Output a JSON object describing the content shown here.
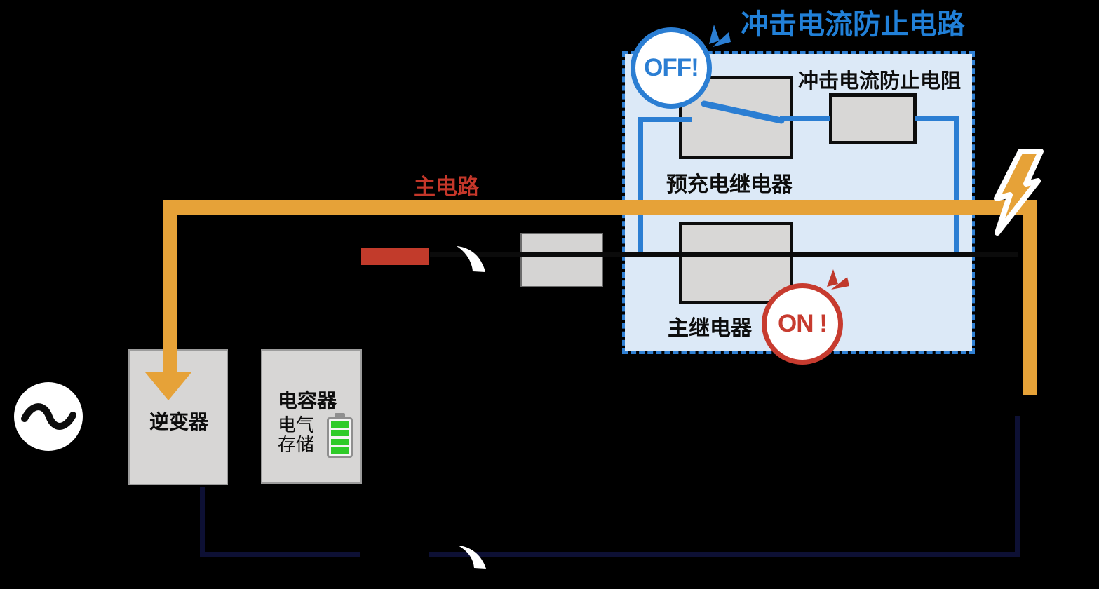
{
  "diagram": {
    "title": "冲击电流防止电路",
    "badges": {
      "off": "OFF!",
      "on": "ON !"
    },
    "labels": {
      "inrush_resistor": "冲击电流防止电阻",
      "precharge_relay": "预充电继电器",
      "main_relay": "主继电器",
      "main_circuit": "主电路",
      "inverter": "逆变器",
      "capacitor": "电容器",
      "storage_line1": "电气",
      "storage_line2": "存储"
    },
    "icons": {
      "lightning": "lightning-bolt-icon",
      "battery": "battery-icon",
      "ac_source": "ac-source-icon",
      "off_sparks": "spark-icon",
      "on_sparks": "spark-icon",
      "flow_marks": "flow-swoosh-icon"
    },
    "colors": {
      "title_blue": "#2180d8",
      "wire_blue": "#2b7ed3",
      "box_fill_lightblue": "#dce9f7",
      "energized_orange": "#e6a238",
      "alert_red": "#c5372a",
      "fuse_red": "#c23b2b",
      "component_gray": "#d8d7d6",
      "wire_navy": "#0d1034",
      "wire_black": "#0b0b0b",
      "battery_green": "#2ecb28"
    }
  }
}
